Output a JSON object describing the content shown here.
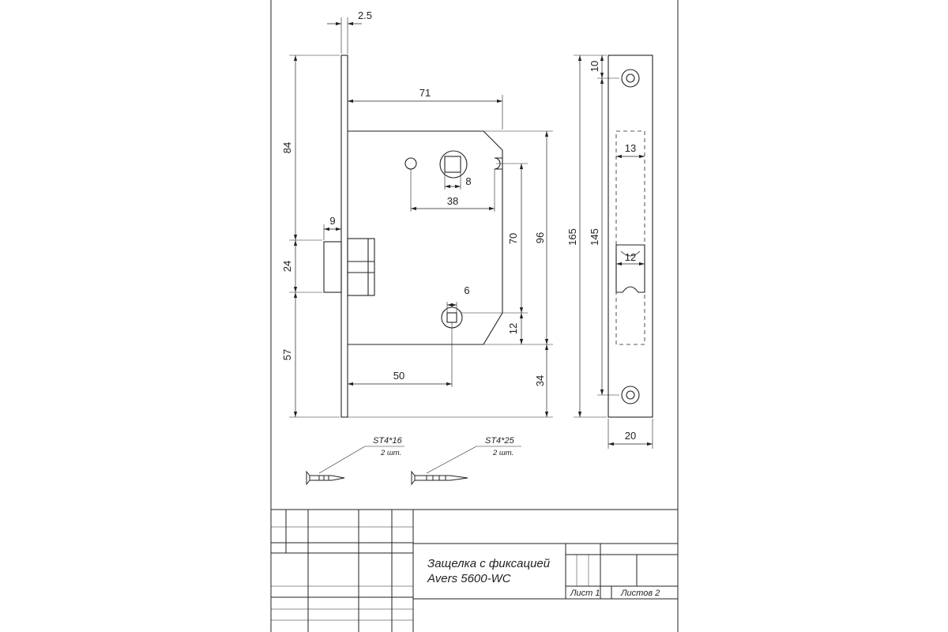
{
  "dimensions": {
    "plate_thickness": "2.5",
    "backset_depth": "71",
    "upper_height": "84",
    "latch_projection": "9",
    "latch_height": "24",
    "lower_height": "57",
    "spindle_square": "8",
    "spindle_to_pin": "38",
    "center_distance": "70",
    "body_height": "96",
    "lower_square": "6",
    "corner_offset": "12",
    "lower_backset": "50",
    "bottom_offset": "34",
    "overall_length": "165",
    "hole_pitch": "145",
    "top_offset": "10",
    "cutout_width": "13",
    "latch_window": "12",
    "strike_width": "20"
  },
  "screws": [
    {
      "spec": "ST4*16",
      "qty": "2 шт."
    },
    {
      "spec": "ST4*25",
      "qty": "2 шт."
    }
  ],
  "title_block": {
    "title_line1": "Защелка с фиксацией",
    "title_line2": "Avers 5600-WC",
    "sheet_label": "Лист 1",
    "sheets_label": "Листов 2"
  },
  "colors": {
    "line": "#222222",
    "paper": "#ffffff"
  }
}
